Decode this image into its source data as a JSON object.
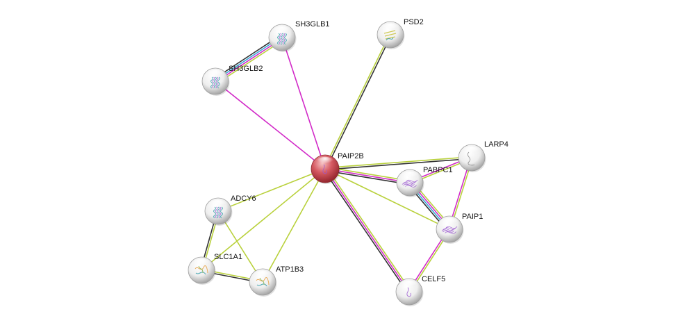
{
  "network": {
    "nodes": [
      {
        "id": "PAIP2B",
        "label": "PAIP2B",
        "query": true,
        "structure": "small-coil"
      },
      {
        "id": "SH3GLB1",
        "label": "SH3GLB1",
        "query": false,
        "structure": "helix-bundle"
      },
      {
        "id": "PSD2",
        "label": "PSD2",
        "query": false,
        "structure": "beta-domain"
      },
      {
        "id": "SH3GLB2",
        "label": "SH3GLB2",
        "query": false,
        "structure": "helix-bundle"
      },
      {
        "id": "LARP4",
        "label": "LARP4",
        "query": false,
        "structure": "coil"
      },
      {
        "id": "PABPC1",
        "label": "PABPC1",
        "query": false,
        "structure": "globular"
      },
      {
        "id": "PAIP1",
        "label": "PAIP1",
        "query": false,
        "structure": "globular"
      },
      {
        "id": "ADCY6",
        "label": "ADCY6",
        "query": false,
        "structure": "helix-bundle"
      },
      {
        "id": "SLC1A1",
        "label": "SLC1A1",
        "query": false,
        "structure": "multi-domain"
      },
      {
        "id": "ATP1B3",
        "label": "ATP1B3",
        "query": false,
        "structure": "multi-domain"
      },
      {
        "id": "CELF5",
        "label": "CELF5",
        "query": false,
        "structure": "small-coil"
      }
    ],
    "edges": [
      {
        "source": "PAIP2B",
        "target": "SH3GLB1",
        "evidence": [
          "experiments"
        ]
      },
      {
        "source": "PAIP2B",
        "target": "SH3GLB2",
        "evidence": [
          "experiments"
        ]
      },
      {
        "source": "SH3GLB1",
        "target": "SH3GLB2",
        "evidence": [
          "text-mining",
          "experiments",
          "databases",
          "coexpression"
        ]
      },
      {
        "source": "PAIP2B",
        "target": "PSD2",
        "evidence": [
          "text-mining",
          "coexpression"
        ]
      },
      {
        "source": "PAIP2B",
        "target": "LARP4",
        "evidence": [
          "text-mining",
          "coexpression"
        ]
      },
      {
        "source": "PAIP2B",
        "target": "PABPC1",
        "evidence": [
          "text-mining",
          "experiments",
          "coexpression"
        ]
      },
      {
        "source": "PAIP2B",
        "target": "PAIP1",
        "evidence": [
          "text-mining"
        ]
      },
      {
        "source": "PAIP2B",
        "target": "CELF5",
        "evidence": [
          "text-mining",
          "experiments",
          "coexpression"
        ]
      },
      {
        "source": "PAIP2B",
        "target": "ADCY6",
        "evidence": [
          "text-mining"
        ]
      },
      {
        "source": "PAIP2B",
        "target": "SLC1A1",
        "evidence": [
          "text-mining"
        ]
      },
      {
        "source": "PAIP2B",
        "target": "ATP1B3",
        "evidence": [
          "text-mining"
        ]
      },
      {
        "source": "LARP4",
        "target": "PABPC1",
        "evidence": [
          "text-mining",
          "experiments"
        ]
      },
      {
        "source": "LARP4",
        "target": "PAIP1",
        "evidence": [
          "text-mining",
          "experiments"
        ]
      },
      {
        "source": "PABPC1",
        "target": "PAIP1",
        "evidence": [
          "text-mining",
          "experiments",
          "databases",
          "coexpression"
        ]
      },
      {
        "source": "PAIP1",
        "target": "CELF5",
        "evidence": [
          "text-mining",
          "experiments"
        ]
      },
      {
        "source": "ADCY6",
        "target": "SLC1A1",
        "evidence": [
          "text-mining",
          "coexpression"
        ]
      },
      {
        "source": "ADCY6",
        "target": "ATP1B3",
        "evidence": [
          "text-mining"
        ]
      },
      {
        "source": "SLC1A1",
        "target": "ATP1B3",
        "evidence": [
          "text-mining",
          "coexpression"
        ]
      }
    ]
  },
  "colors": {
    "experiments": "#d22ac8",
    "text-mining": "#b9d13c",
    "coexpression": "#333333",
    "databases": "#3aa7d6",
    "query_node": "#c5404a",
    "node": "#dcdcdc"
  }
}
